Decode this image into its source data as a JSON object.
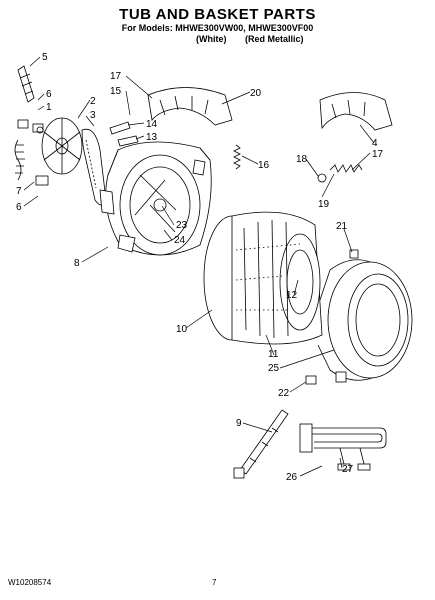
{
  "header": {
    "title": "TUB AND BASKET PARTS",
    "models_label": "For Models: MHWE300VW00, MHWE300VF00",
    "variant_white": "(White)",
    "variant_red": "(Red Metallic)"
  },
  "callouts": [
    "5",
    "6",
    "1",
    "2",
    "3",
    "7",
    "6",
    "17",
    "15",
    "14",
    "13",
    "20",
    "16",
    "23",
    "24",
    "8",
    "18",
    "19",
    "4",
    "17",
    "21",
    "12",
    "10",
    "11",
    "25",
    "22",
    "9",
    "27",
    "26"
  ],
  "footer": {
    "doc_number": "W10208574",
    "page_number": "7"
  }
}
